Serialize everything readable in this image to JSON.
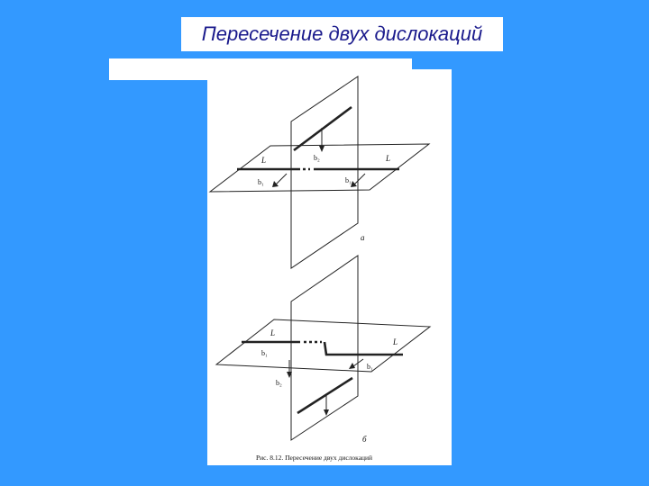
{
  "slide": {
    "title": "Пересечение двух дислокаций",
    "background_color": "#3399ff",
    "title_color": "#1a1a8c"
  },
  "figure": {
    "top_diagram": {
      "line_label_left": "L",
      "line_label_right": "L",
      "burgers_b2": "b₂",
      "burgers_b1_left": "b₁",
      "burgers_b1_right": "b₁",
      "panel_label": "а"
    },
    "bottom_diagram": {
      "line_label_left": "L",
      "line_label_right": "L",
      "burgers_b1_left": "b₁",
      "burgers_b2": "b₂",
      "burgers_b1_right": "b₁",
      "panel_label": "б"
    },
    "caption": "Рис. 8.12.   Пересечение двух дислокаций"
  }
}
